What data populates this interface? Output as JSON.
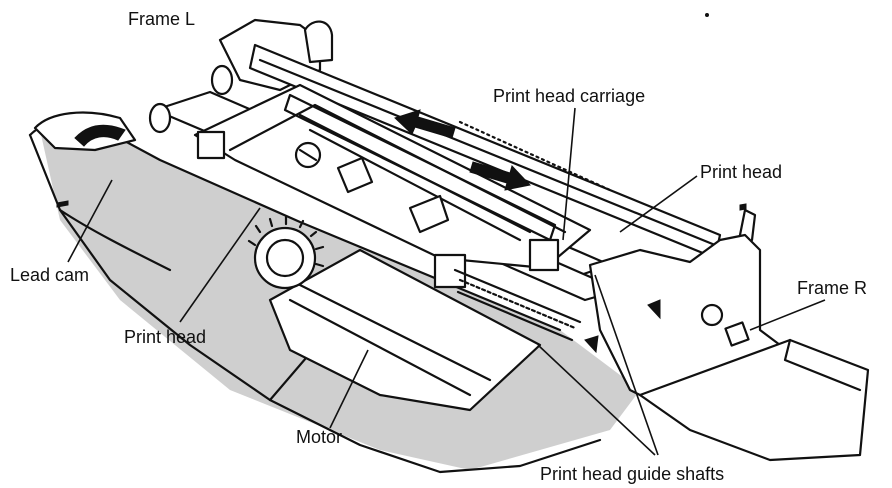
{
  "diagram": {
    "labels": {
      "frame_l": "Frame L",
      "print_head_carriage": "Print head carriage",
      "print_head_upper": "Print head",
      "lead_cam": "Lead cam",
      "print_head_lower": "Print head",
      "frame_r": "Frame R",
      "motor": "Motor",
      "guide_shafts": "Print head guide shafts"
    },
    "colors": {
      "ink": "#111111",
      "paper": "#ffffff",
      "shade": "#cfcfcf"
    }
  }
}
